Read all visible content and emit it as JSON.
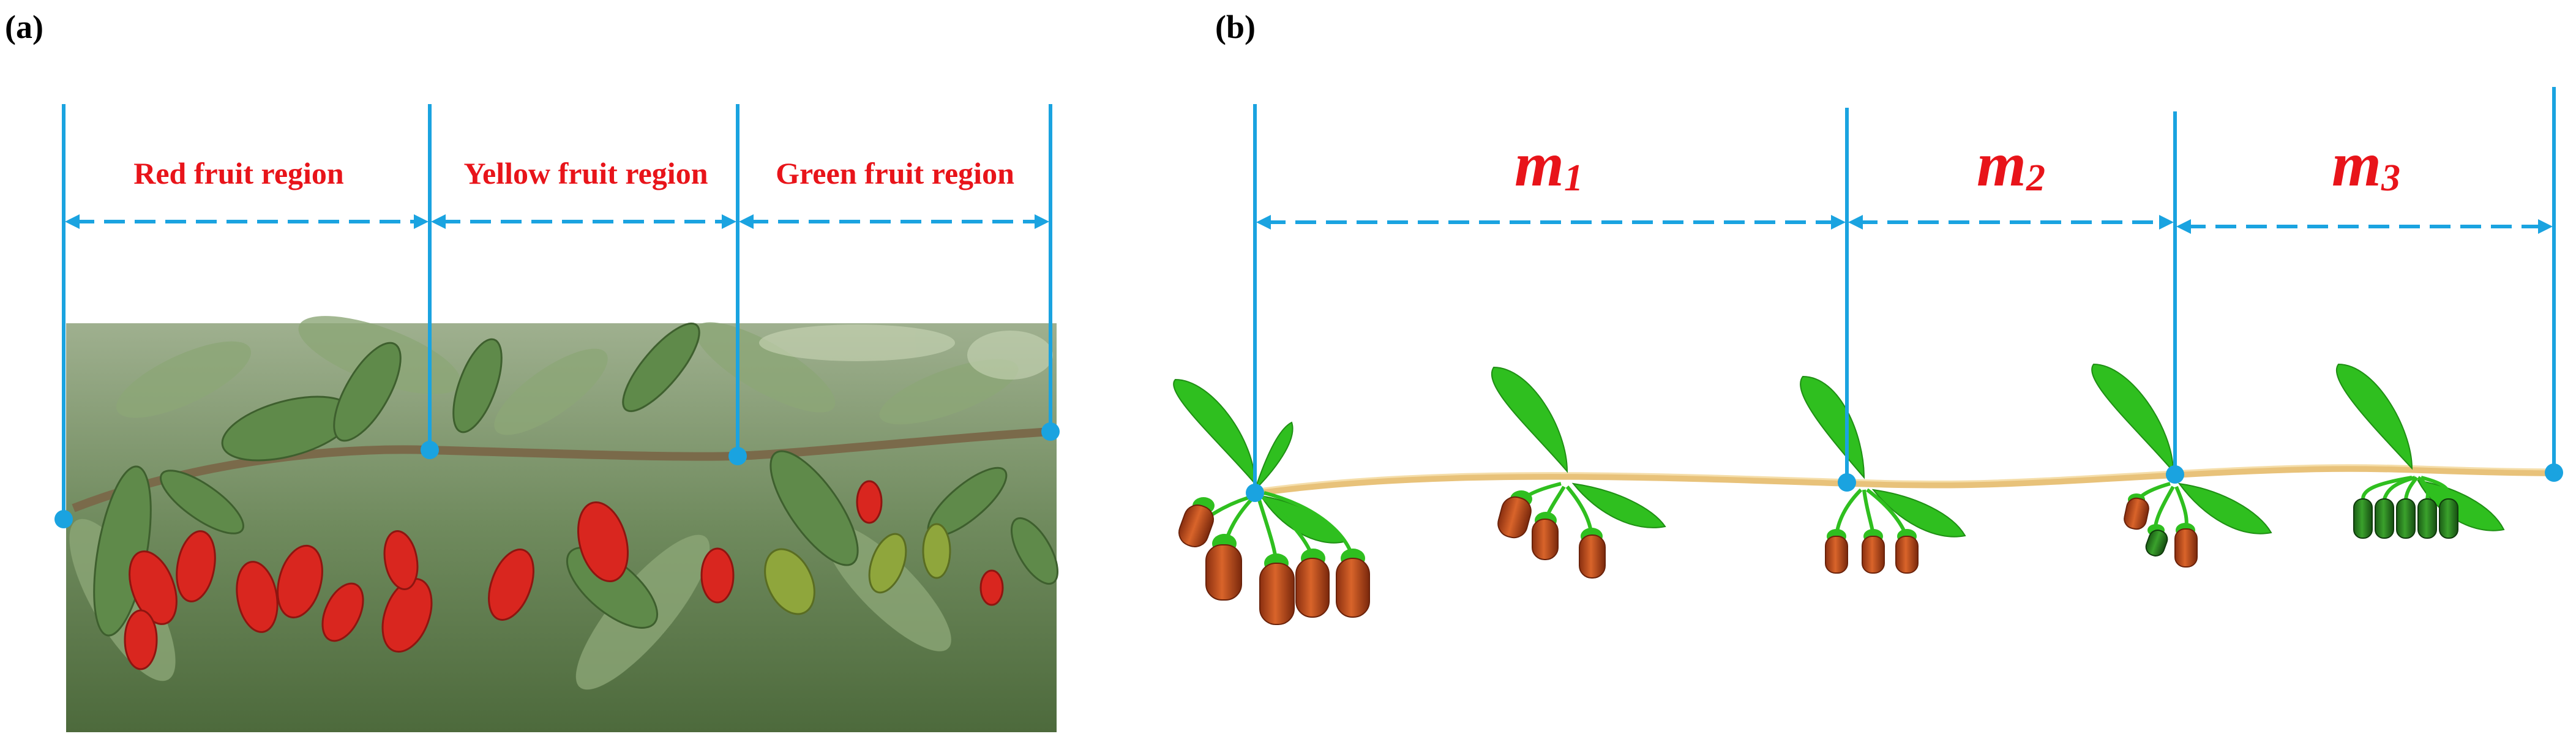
{
  "panel_a": {
    "label": "(a)",
    "regions": [
      {
        "label": "Red fruit region"
      },
      {
        "label": "Yellow fruit region"
      },
      {
        "label": "Green fruit region"
      }
    ]
  },
  "panel_b": {
    "label": "(b)",
    "segments": [
      {
        "symbol": "m",
        "index": "1"
      },
      {
        "symbol": "m",
        "index": "2"
      },
      {
        "symbol": "m",
        "index": "3"
      }
    ]
  },
  "colors": {
    "boundary_line": "#1aa3e0",
    "region_text": "#e8141a",
    "branch": "#e8c27a",
    "leaf": "#2fbf1f",
    "red_fruit": "#c9501e",
    "green_fruit": "#2e8b24"
  }
}
